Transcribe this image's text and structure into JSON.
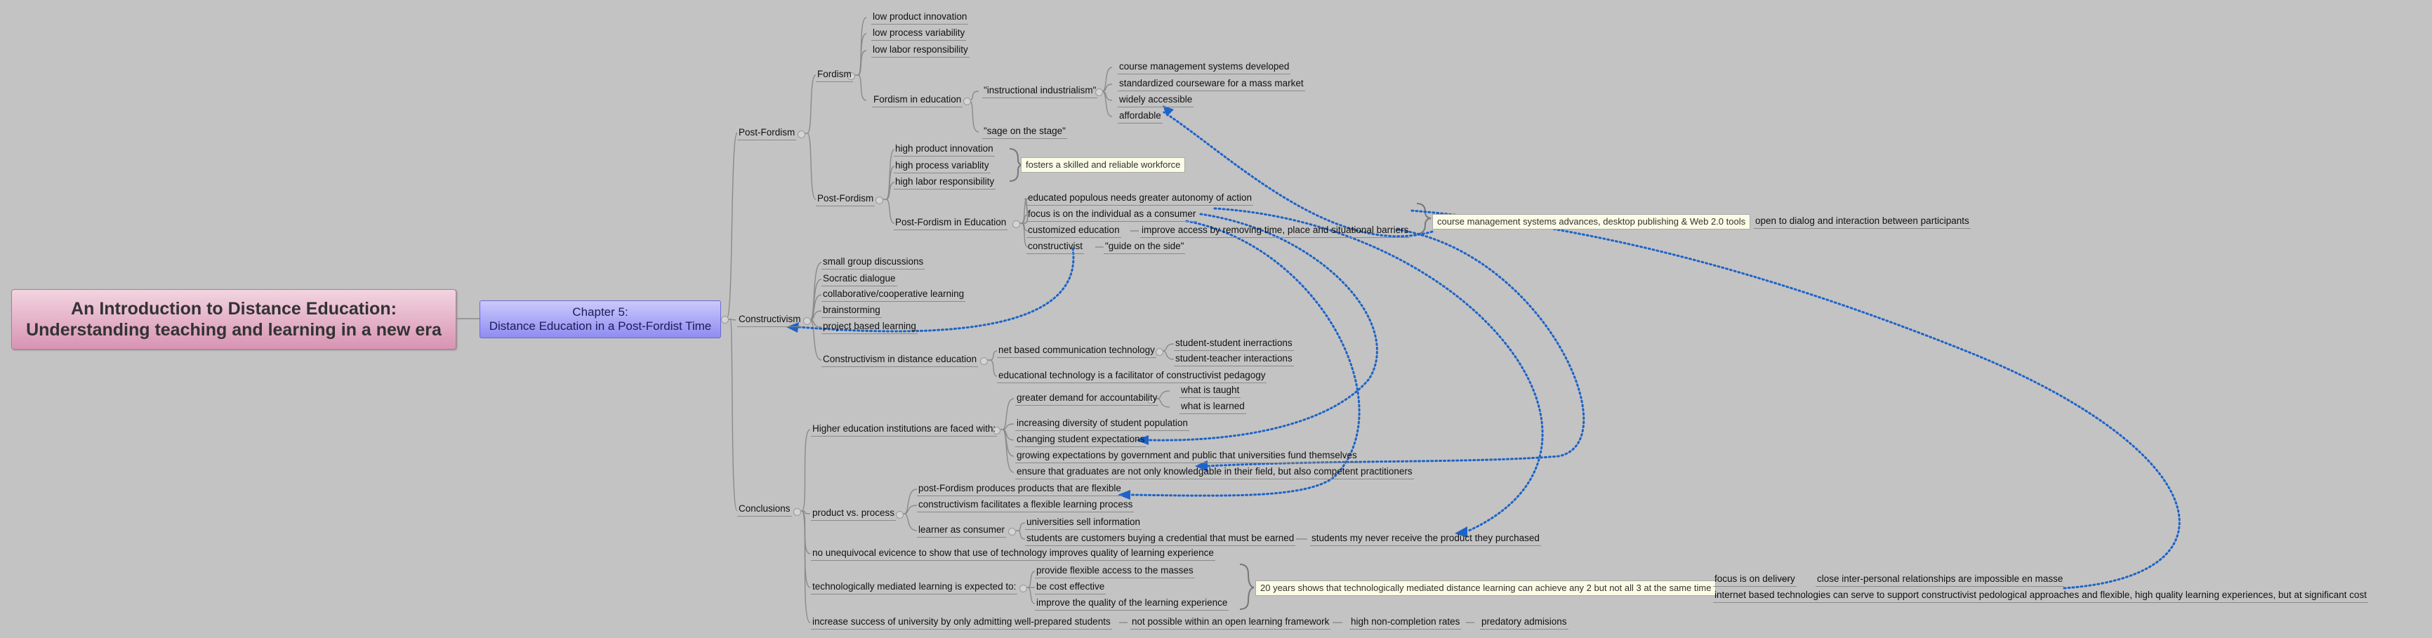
{
  "root": {
    "line1": "An Introduction to Distance Education:",
    "line2": "Understanding teaching and learning in a new era"
  },
  "chapter": {
    "line1": "Chapter 5:",
    "line2": "Distance Education in a Post-Fordist Time"
  },
  "nodes": {
    "post_fordism": "Post-Fordism",
    "fordism": "Fordism",
    "f_low_product": "low product innovation",
    "f_low_process": "low process variability",
    "f_low_labor": "low labor responsibility",
    "fordism_in_education": "Fordism in education",
    "instructional_industrialism": "\"instructional industrialism\"",
    "course_mgmt": "course management systems developed",
    "standardized": "standardized courseware for a mass market",
    "widely_accessible": "widely accessible",
    "affordable": "affordable",
    "sage_on_stage": "\"sage on the stage\"",
    "post_fordism_sub": "Post-Fordism",
    "pf_high_product": "high product innovation",
    "pf_high_process": "high process variablity",
    "pf_high_labor": "high labor responsibility",
    "skilled_workforce": "fosters a skilled and reliable workforce",
    "pf_in_education": "Post-Fordism in Education",
    "educated_populous": "educated populous needs greater autonomy of action",
    "focus_individual": "focus is on the individual as a consumer",
    "customized": "customized education",
    "improve_access": "improve access by removing time, place and situational barriers",
    "constructivist": "constructivist",
    "guide_on_side": "\"guide on the side\"",
    "cms_advances": "course management systems advances, desktop publishing & Web 2.0 tools",
    "open_dialog": "open to dialog and interaction between participants",
    "constructivism": "Constructivism",
    "small_group": "small group discussions",
    "socratic": "Socratic dialogue",
    "collaborative": "collaborative/cooperative learning",
    "brainstorming": "brainstorming",
    "project_based": "project based learning",
    "const_in_education": "Constructivism in distance education",
    "net_based": "net based communication technology",
    "student_student": "student-student inerractions",
    "student_teacher": "student-teacher interactions",
    "ed_tech_facilitator": "educational technology is a facilitator of constructivist pedagogy",
    "conclusions": "Conclusions",
    "higher_ed": "Higher education institutions are faced with:",
    "greater_demand": "greater demand for accountability",
    "what_taught": "what is taught",
    "what_learned": "what is learned",
    "increasing_diversity": "increasing diversity of student population",
    "changing_expectations": "changing student expectations",
    "growing_expectations": "growing expectations by government and public that universities fund themselves",
    "ensure_graduates": "ensure that graduates are not only knowledgable in their field, but also competent practitioners",
    "product_vs_process": "product vs. process",
    "pf_flexible": "post-Fordism produces products that are flexible",
    "const_flexible": "constructivism facilitates a flexible learning process",
    "learner_consumer": "learner as consumer",
    "univ_sell": "universities sell information",
    "students_customers": "students are customers buying a credential that must be earned",
    "never_receive": "students my never receive the product they purchased",
    "no_unequivocal": "no unequivocal evicence to show that use of technology improves quality of learning experience",
    "tech_mediated": "technologically mediated learning is expected to:",
    "provide_flexible": "provide flexible access to the masses",
    "cost_effective": "be cost effective",
    "improve_quality": "improve the quality of the learning experience",
    "twenty_years": "20 years shows that technologically mediated distance learning can achieve any 2 but not all 3 at the same time",
    "focus_delivery": "focus is on delivery",
    "close_interpersonal": "close inter-personal relationships are impossible en masse",
    "internet_based": "internet based technologies can serve to support constructivist pedological approaches and flexible, high quality learning experiences, but at significant cost",
    "increase_success": "increase success of university by only admitting well-prepared students",
    "not_possible": "not possible within an open learning framework",
    "high_noncompletion": "high non-completion rates",
    "predatory": "predatory admisions"
  },
  "colors": {
    "relationship": "#1e63c8",
    "branch": "#8a8a8a",
    "background": "#c3c3c3"
  }
}
